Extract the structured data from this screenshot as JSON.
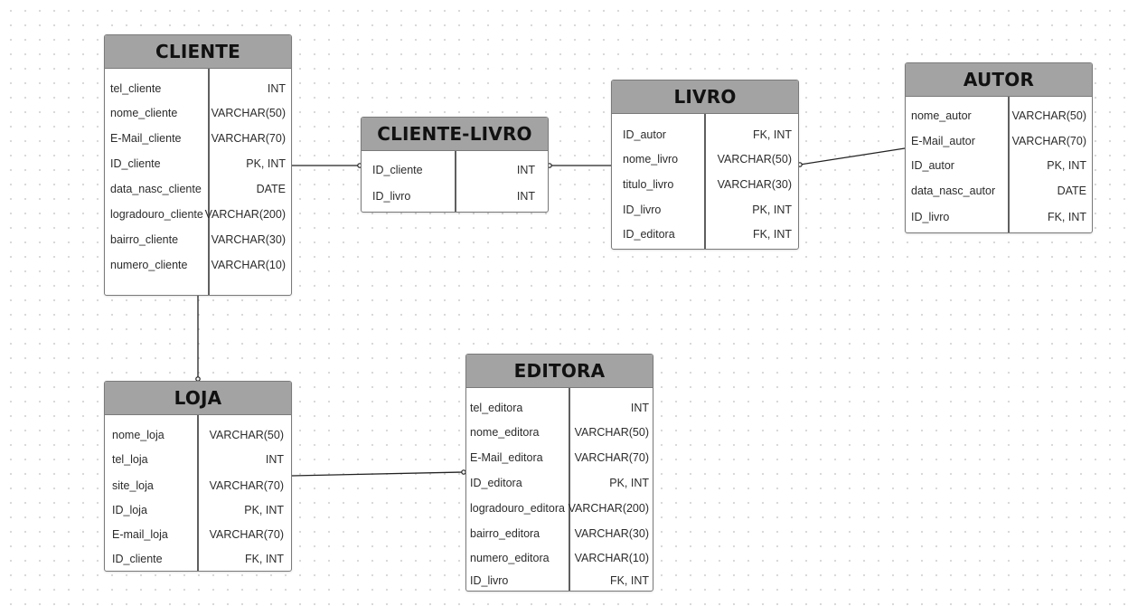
{
  "entities": [
    {
      "id": "cliente",
      "title": "CLIENTE",
      "fields": [
        {
          "name": "tel_cliente",
          "type": "INT"
        },
        {
          "name": "nome_cliente",
          "type": "VARCHAR(50)"
        },
        {
          "name": "E-Mail_cliente",
          "type": "VARCHAR(70)"
        },
        {
          "name": "ID_cliente",
          "type": "PK, INT"
        },
        {
          "name": "data_nasc_cliente",
          "type": "DATE"
        },
        {
          "name": "logradouro_cliente",
          "type": "VARCHAR(200)"
        },
        {
          "name": "bairro_cliente",
          "type": "VARCHAR(30)"
        },
        {
          "name": "numero_cliente",
          "type": "VARCHAR(10)"
        }
      ]
    },
    {
      "id": "cliente-livro",
      "title": "CLIENTE-LIVRO",
      "fields": [
        {
          "name": "ID_cliente",
          "type": "INT"
        },
        {
          "name": "ID_livro",
          "type": "INT"
        }
      ]
    },
    {
      "id": "livro",
      "title": "LIVRO",
      "fields": [
        {
          "name": "ID_autor",
          "type": "FK,  INT"
        },
        {
          "name": "nome_livro",
          "type": "VARCHAR(50)"
        },
        {
          "name": "titulo_livro",
          "type": "VARCHAR(30)"
        },
        {
          "name": "ID_livro",
          "type": "PK, INT"
        },
        {
          "name": "ID_editora",
          "type": "FK, INT"
        }
      ]
    },
    {
      "id": "autor",
      "title": "AUTOR",
      "fields": [
        {
          "name": "nome_autor",
          "type": "VARCHAR(50)"
        },
        {
          "name": "E-Mail_autor",
          "type": "VARCHAR(70)"
        },
        {
          "name": "ID_autor",
          "type": "PK, INT"
        },
        {
          "name": "data_nasc_autor",
          "type": "DATE"
        },
        {
          "name": "ID_livro",
          "type": "FK, INT"
        }
      ]
    },
    {
      "id": "loja",
      "title": "LOJA",
      "fields": [
        {
          "name": "nome_loja",
          "type": "VARCHAR(50)"
        },
        {
          "name": "tel_loja",
          "type": "INT"
        },
        {
          "name": "site_loja",
          "type": "VARCHAR(70)"
        },
        {
          "name": "ID_loja",
          "type": "PK, INT"
        },
        {
          "name": "E-mail_loja",
          "type": "VARCHAR(70)"
        },
        {
          "name": "ID_cliente",
          "type": "FK, INT"
        }
      ]
    },
    {
      "id": "editora",
      "title": "EDITORA",
      "fields": [
        {
          "name": "tel_editora",
          "type": "INT"
        },
        {
          "name": "nome_editora",
          "type": "VARCHAR(50)"
        },
        {
          "name": "E-Mail_editora",
          "type": "VARCHAR(70)"
        },
        {
          "name": "ID_editora",
          "type": "PK, INT"
        },
        {
          "name": "logradouro_editora",
          "type": "VARCHAR(200)"
        },
        {
          "name": "bairro_editora",
          "type": "VARCHAR(30)"
        },
        {
          "name": "numero_editora",
          "type": "VARCHAR(10)"
        },
        {
          "name": "ID_livro",
          "type": "FK, INT"
        }
      ]
    }
  ],
  "relationships": [
    {
      "from": "cliente",
      "to": "cliente-livro"
    },
    {
      "from": "cliente-livro",
      "to": "livro"
    },
    {
      "from": "livro",
      "to": "autor"
    },
    {
      "from": "cliente",
      "to": "loja"
    },
    {
      "from": "loja",
      "to": "editora"
    }
  ]
}
